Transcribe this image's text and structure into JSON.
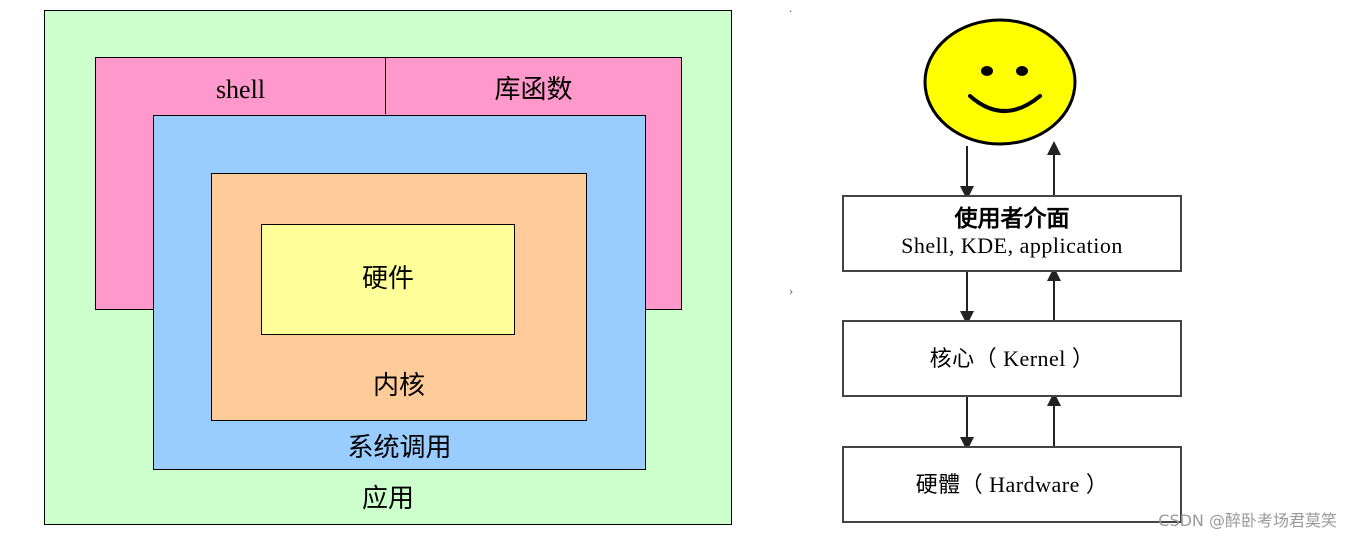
{
  "left_diagram": {
    "layers": {
      "app": "应用",
      "shell": "shell",
      "library": "库函数",
      "syscall": "系统调用",
      "kernel": "内核",
      "hardware": "硬件"
    },
    "colors": {
      "app": "#ccffcc",
      "shell_library": "#ff99cc",
      "syscall": "#99ccff",
      "kernel": "#ffcc99",
      "hardware": "#ffff99"
    }
  },
  "right_diagram": {
    "user_icon": "smiley-face-icon",
    "user_interface": {
      "title": "使用者介面",
      "subtitle": "Shell, KDE, application"
    },
    "kernel": "核心（ Kernel ）",
    "hardware": "硬體（ Hardware ）",
    "colors": {
      "face": "#ffff00"
    }
  },
  "stray_marks": [
    ".",
    "›"
  ],
  "watermark": "CSDN @醉卧考场君莫笑"
}
